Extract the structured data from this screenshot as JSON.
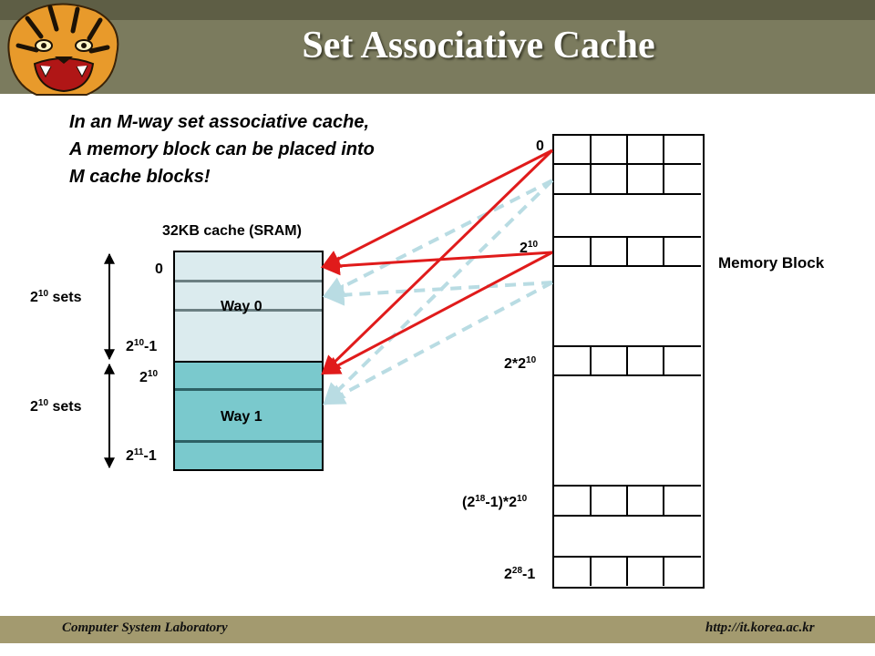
{
  "slide": {
    "title": "Set Associative Cache",
    "intro": [
      "In an M-way set associative cache,",
      "A memory block can be placed  into",
      "M cache blocks!"
    ]
  },
  "cache": {
    "caption": "32KB cache (SRAM)",
    "way0_label": "Way 0",
    "way1_label": "Way 1",
    "idx_0": "0",
    "idx_end0": {
      "base": "2",
      "exp": "10",
      "suffix": "-1"
    },
    "idx_start1": {
      "base": "2",
      "exp": "10",
      "suffix": ""
    },
    "idx_end1": {
      "base": "2",
      "exp": "11",
      "suffix": "-1"
    },
    "sets_label": {
      "base": "2",
      "exp": "10",
      "suffix": " sets"
    }
  },
  "memory": {
    "label": "Memory Block",
    "addr_0": "0",
    "addr_1": {
      "base": "2",
      "exp": "10"
    },
    "addr_2": {
      "pre": "2*2",
      "exp": "10"
    },
    "addr_3": {
      "pre": "(2",
      "exp1": "18",
      "mid": "-1)*2",
      "exp2": "10"
    },
    "addr_4": {
      "base": "2",
      "exp": "28",
      "suffix": "-1"
    }
  },
  "colors": {
    "header": "#7b7b5e",
    "footer": "#a39a6f",
    "cache_way0": "#dbebee",
    "cache_way1": "#7ac9cd",
    "arrow_red": "#e01b1b",
    "arrow_dashed": "#b9dce3"
  },
  "logo_icon": "tiger-head-icon",
  "footer": {
    "left": "Computer System Laboratory",
    "right": "http://it.korea.ac.kr"
  }
}
